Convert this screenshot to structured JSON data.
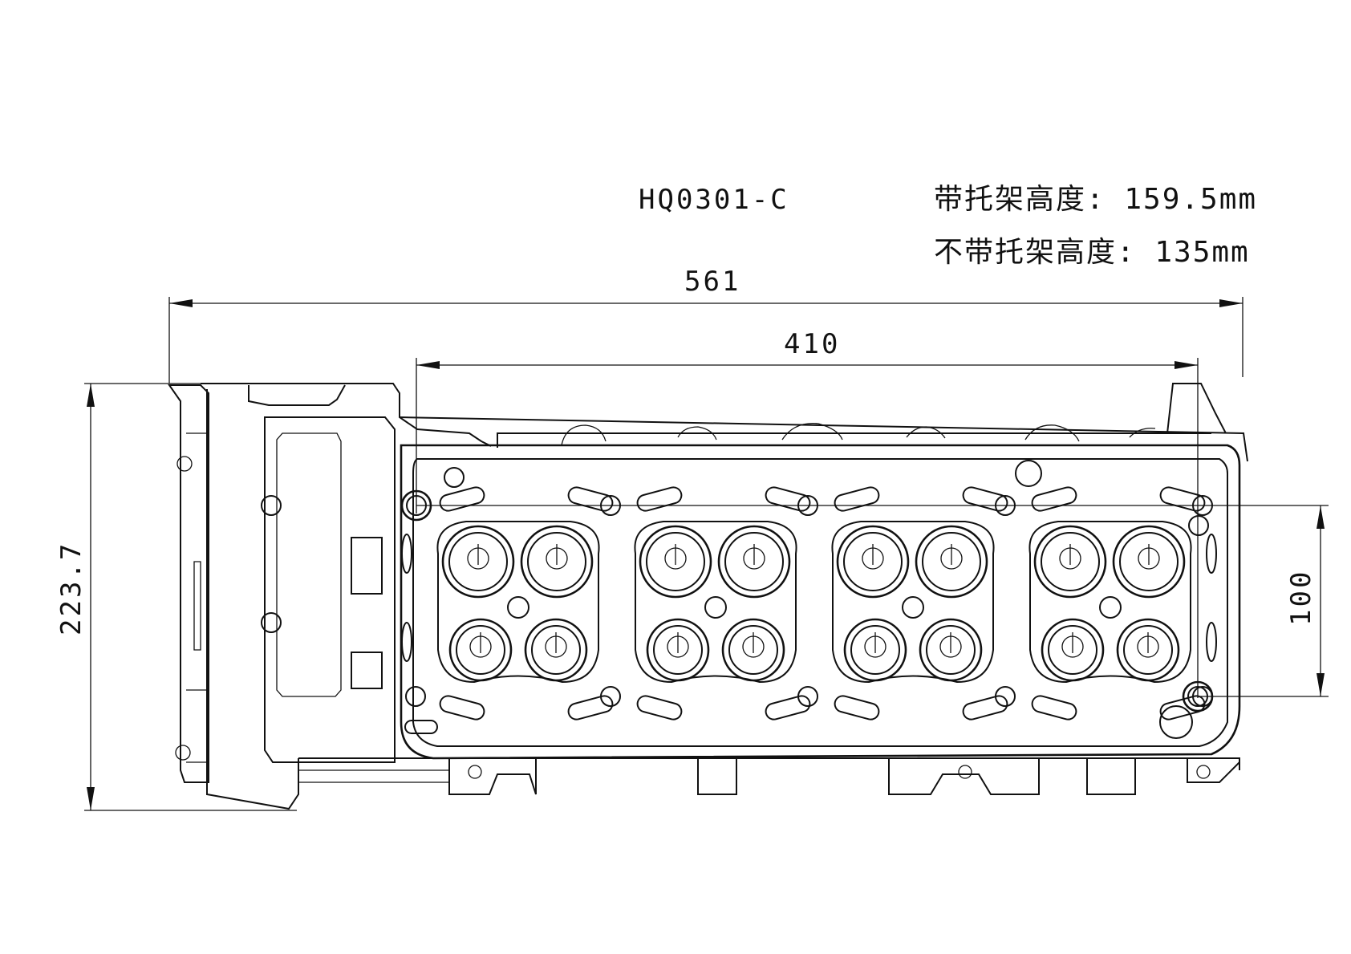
{
  "title": {
    "part_number": "HQ0301-C"
  },
  "specs": {
    "with_bracket_height": "带托架高度: 159.5mm",
    "without_bracket_height": "不带托架高度: 135mm"
  },
  "dimensions": {
    "overall_length": "561",
    "bolt_span": "410",
    "overall_height": "223.7",
    "bolt_pitch_vertical": "100"
  },
  "drawing": {
    "cylinder_count": 4,
    "valves_per_cylinder": 4,
    "line_color": "#111111",
    "background_color": "#ffffff"
  }
}
